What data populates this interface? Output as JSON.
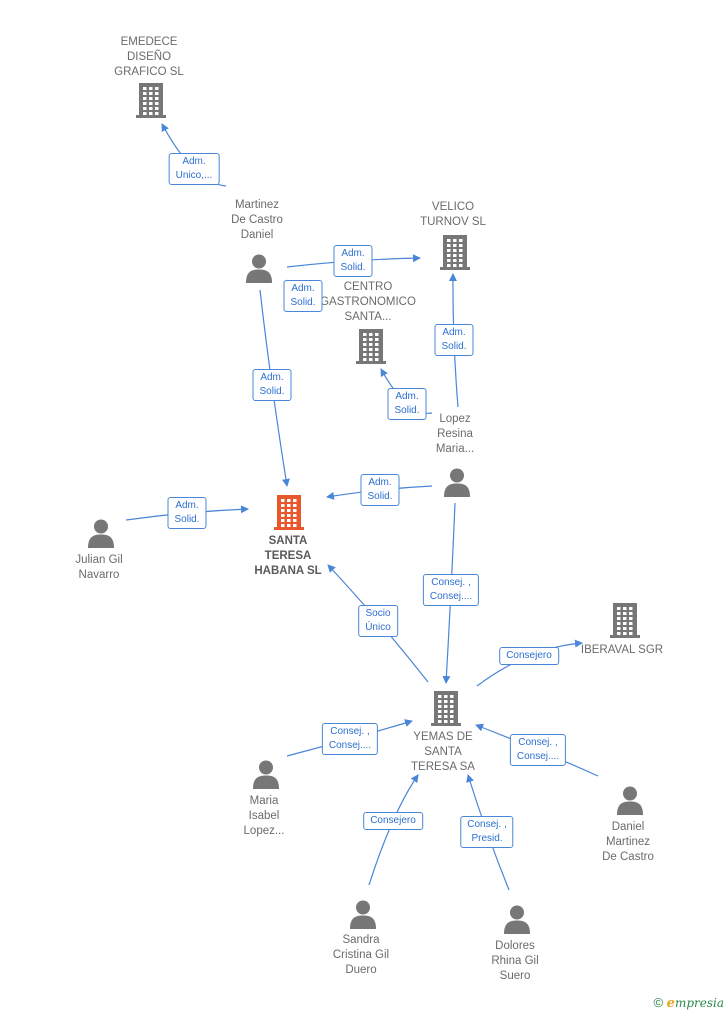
{
  "colors": {
    "edge": "#4a86d8",
    "building": "#777777",
    "main_building": "#e8582c",
    "person": "#777777"
  },
  "nodes": {
    "emedece": {
      "label": "EMEDECE\nDISEÑO\nGRAFICO SL",
      "icon": "building-icon"
    },
    "martinez_castro_daniel": {
      "label": "Martinez\nDe Castro\nDaniel",
      "icon": "person-icon"
    },
    "velico": {
      "label": "VELICO\nTURNOV SL",
      "icon": "building-icon"
    },
    "centro": {
      "label": "CENTRO\nGASTRONOMICO\nSANTA...",
      "icon": "building-icon"
    },
    "lopez_resina": {
      "label": "Lopez\nResina\nMaria...",
      "icon": "person-icon"
    },
    "julian": {
      "label": "Julian Gil\nNavarro",
      "icon": "person-icon"
    },
    "santa_teresa": {
      "label": "SANTA\nTERESA\nHABANA  SL",
      "icon": "building-icon"
    },
    "iberaval": {
      "label": "IBERAVAL SGR",
      "icon": "building-icon"
    },
    "yemas": {
      "label": "YEMAS DE\nSANTA\nTERESA SA",
      "icon": "building-icon"
    },
    "maria_isabel": {
      "label": "Maria\nIsabel\nLopez...",
      "icon": "person-icon"
    },
    "daniel_martinez": {
      "label": "Daniel\nMartinez\nDe Castro",
      "icon": "person-icon"
    },
    "sandra": {
      "label": "Sandra\nCristina Gil\nDuero",
      "icon": "person-icon"
    },
    "dolores": {
      "label": "Dolores\nRhina Gil\nSuero",
      "icon": "person-icon"
    }
  },
  "edges": [
    {
      "from": "martinez_castro_daniel",
      "to": "emedece",
      "label": "Adm.\nUnico,..."
    },
    {
      "from": "martinez_castro_daniel",
      "to": "velico",
      "label": "Adm.\nSolid."
    },
    {
      "from": "martinez_castro_daniel",
      "to": "centro",
      "label": "Adm.\nSolid."
    },
    {
      "from": "martinez_castro_daniel",
      "to": "santa_teresa",
      "label": "Adm.\nSolid."
    },
    {
      "from": "lopez_resina",
      "to": "velico",
      "label": "Adm.\nSolid."
    },
    {
      "from": "lopez_resina",
      "to": "centro",
      "label": "Adm.\nSolid."
    },
    {
      "from": "lopez_resina",
      "to": "santa_teresa",
      "label": "Adm.\nSolid."
    },
    {
      "from": "julian",
      "to": "santa_teresa",
      "label": "Adm.\nSolid."
    },
    {
      "from": "lopez_resina",
      "to": "yemas",
      "label": "Consej. ,\nConsej...."
    },
    {
      "from": "yemas",
      "to": "santa_teresa",
      "label": "Socio\nÚnico"
    },
    {
      "from": "yemas",
      "to": "iberaval",
      "label": "Consejero"
    },
    {
      "from": "maria_isabel",
      "to": "yemas",
      "label": "Consej. ,\nConsej...."
    },
    {
      "from": "daniel_martinez",
      "to": "yemas",
      "label": "Consej. ,\nConsej...."
    },
    {
      "from": "sandra",
      "to": "yemas",
      "label": "Consejero"
    },
    {
      "from": "dolores",
      "to": "yemas",
      "label": "Consej. ,\nPresid."
    }
  ],
  "brand": {
    "copyright": "©",
    "name_initial": "e",
    "name_rest": "mpresia"
  }
}
